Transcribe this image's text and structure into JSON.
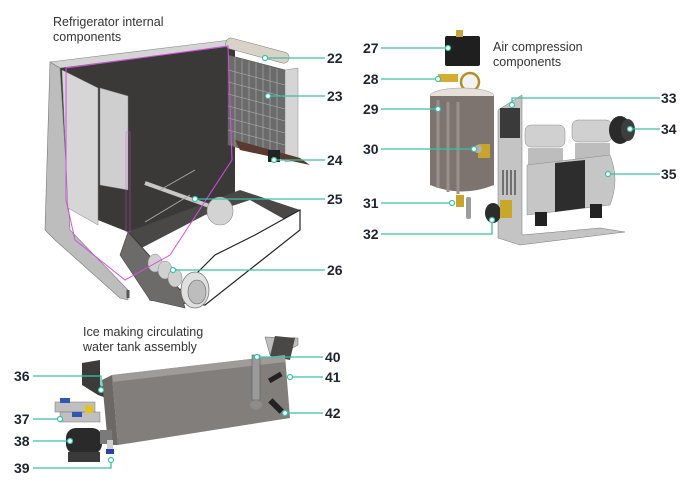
{
  "colors": {
    "leader": "#3cbfa8",
    "accent_magenta": "#d54ee0",
    "metal_dark": "#3a3838",
    "metal_light": "#c9c9c9",
    "brass": "#d8b02a"
  },
  "groups": [
    {
      "name": "refrigerator-internal-components",
      "title": "Refrigerator internal\ncomponents",
      "callouts": [
        "22",
        "23",
        "24",
        "25",
        "26"
      ]
    },
    {
      "name": "air-compression-components",
      "title": "Air compression\ncomponents",
      "callouts": [
        "27",
        "28",
        "29",
        "30",
        "31",
        "32",
        "33",
        "34",
        "35"
      ]
    },
    {
      "name": "ice-making-circulating-water-tank-assembly",
      "title": "Ice making circulating\nwater tank assembly",
      "callouts": [
        "36",
        "37",
        "38",
        "39",
        "40",
        "41",
        "42"
      ]
    }
  ]
}
